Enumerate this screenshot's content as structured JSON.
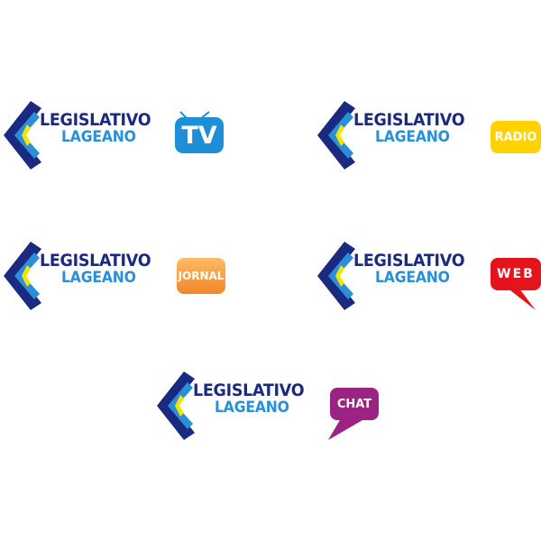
{
  "brand": {
    "line1": "LEGISLATIVO",
    "line2": "LAGEANO"
  },
  "logos": [
    {
      "name": "tv",
      "badge": "TV",
      "color": "#1e8ed6"
    },
    {
      "name": "radio",
      "badge": "RADIO",
      "color": "#ffd200"
    },
    {
      "name": "jornal",
      "badge": "JORNAL",
      "color": "#f0872a"
    },
    {
      "name": "web",
      "badge": "WEB",
      "color": "#e4141c"
    },
    {
      "name": "chat",
      "badge": "CHAT",
      "color": "#9a2384"
    }
  ],
  "colors": {
    "primary_dark": "#1a2a80",
    "primary_light": "#2b8fd8",
    "accent_yellow": "#f5e300"
  }
}
